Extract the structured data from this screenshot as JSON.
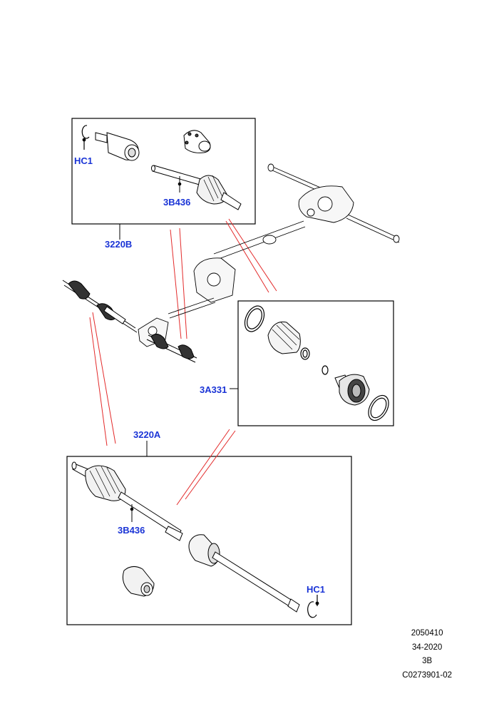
{
  "callouts": {
    "hc1_top": "HC1",
    "b436_top": "3B436",
    "kit_3220b": "3220B",
    "kit_3a331": "3A331",
    "kit_3220a": "3220A",
    "b436_bottom": "3B436",
    "hc1_bottom": "HC1"
  },
  "footer": {
    "line1": "2050410",
    "line2": "34-2020",
    "line3": "3B",
    "line4": "C0273901-02"
  },
  "colors": {
    "callout": "#1a34d6",
    "leader_red": "#e32b2b",
    "line": "#000000"
  }
}
